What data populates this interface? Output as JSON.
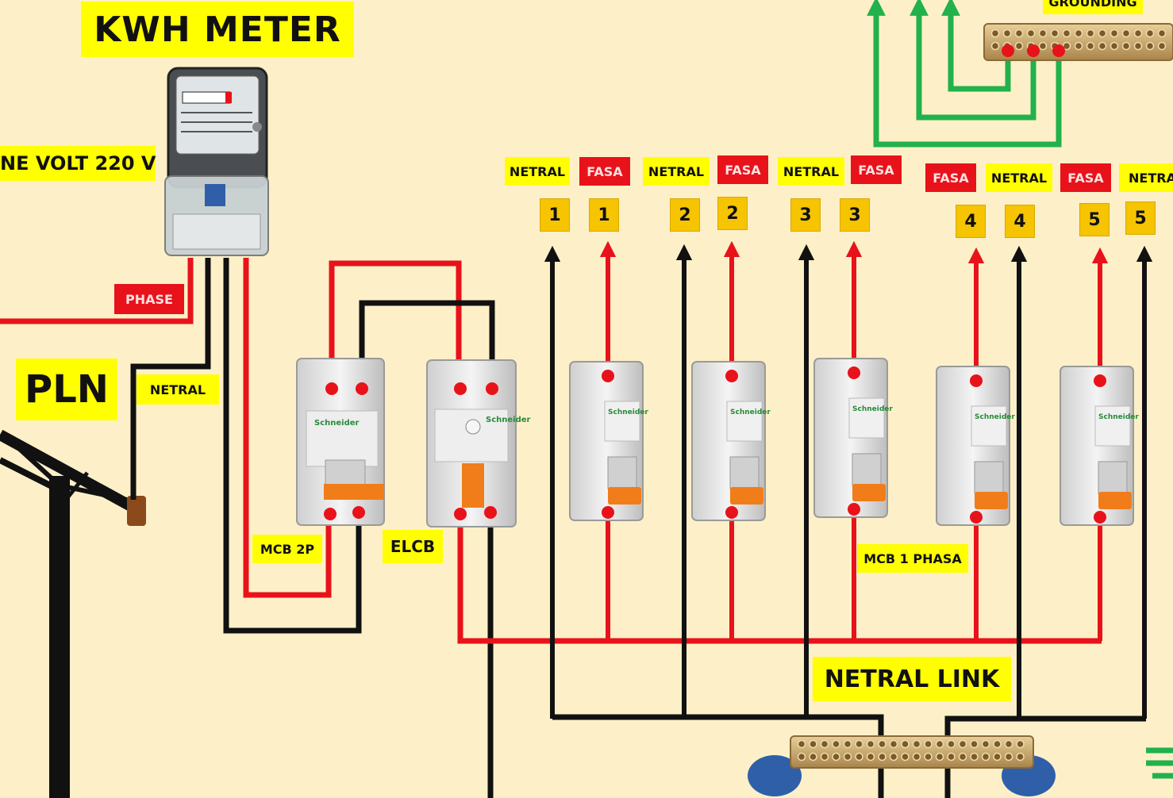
{
  "labels": {
    "kwh_meter": "KWH METER",
    "voltage": "NE VOLT 220 V",
    "phase": "PHASE",
    "pln": "PLN",
    "netral_supply": "NETRAL",
    "mcb_2p": "MCB 2P",
    "elcb": "ELCB",
    "mcb_1_phasa": "MCB 1 PHASA",
    "netral_link": "NETRAL LINK",
    "grounding": "GROUNDING"
  },
  "circuit_labels": [
    {
      "text": "NETRAL",
      "kind": "netral"
    },
    {
      "text": "FASA",
      "kind": "fasa"
    },
    {
      "text": "NETRAL",
      "kind": "netral"
    },
    {
      "text": "FASA",
      "kind": "fasa"
    },
    {
      "text": "NETRAL",
      "kind": "netral"
    },
    {
      "text": "FASA",
      "kind": "fasa"
    },
    {
      "text": "FASA",
      "kind": "fasa"
    },
    {
      "text": "NETRAL",
      "kind": "netral"
    },
    {
      "text": "FASA",
      "kind": "fasa"
    },
    {
      "text": "NETRAL",
      "kind": "netral"
    }
  ],
  "circuit_numbers": [
    "1",
    "1",
    "2",
    "2",
    "3",
    "3",
    "4",
    "4",
    "5",
    "5"
  ],
  "devices": {
    "mcb_brand": "Schneider"
  },
  "colors": {
    "background": "#fdf0c8",
    "label_yellow": "#ffff00",
    "label_red": "#e8121b",
    "number_box": "#f6c400",
    "wire_phase": "#e8121b",
    "wire_neutral": "#111111",
    "wire_ground": "#22b14c",
    "mcb_lever": "#f07d1a",
    "bar_brass": "#c9a56a",
    "insulator_blue": "#2f5fa8"
  }
}
